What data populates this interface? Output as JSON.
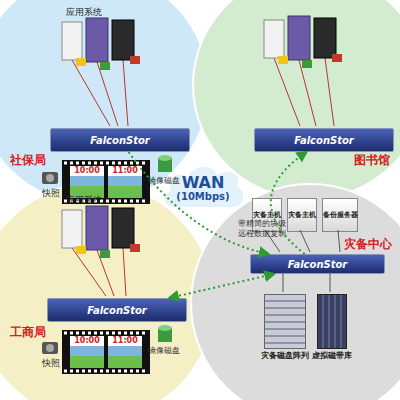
{
  "diagram": {
    "nodes": [
      {
        "text": [
          "社保局"
        ]
      },
      {
        "text": [
          "FalconStor"
        ],
        "in": 0
      },
      {
        "text": [
          "图书馆"
        ]
      },
      {
        "text": [
          "FalconStor"
        ],
        "in": 2
      },
      {
        "text": [
          "工商局"
        ]
      },
      {
        "text": [
          "FalconStor"
        ],
        "in": 4
      },
      {
        "text": [
          "灾备中心"
        ]
      },
      {
        "text": [
          "灾备主机"
        ],
        "in": 6
      },
      {
        "text": [
          "灾备主机"
        ],
        "in": 6
      },
      {
        "text": [
          "备份服务器"
        ],
        "in": 6
      },
      {
        "text": [
          "FalconStor"
        ],
        "in": 6
      },
      {
        "text": [
          "灾备磁盘阵列"
        ],
        "in": 6
      },
      {
        "text": [
          "虚拟磁带库"
        ],
        "in": 6
      },
      {
        "text": [
          "WAN",
          "(10Mbps)"
        ]
      }
    ],
    "edges": [
      {
        "from": 1,
        "to": 10,
        "arrow": "to"
      },
      {
        "from": 10,
        "to": 3,
        "arrow": "to"
      },
      {
        "from": 5,
        "to": 10,
        "arrow": "both"
      }
    ],
    "labels": [
      "应用系统",
      "10:00",
      "11:00",
      "快照",
      "镜像磁盘",
      "应用系统",
      "10:00",
      "11:00",
      "快照",
      "镜像磁盘",
      "带精简的块级 远程数据复制"
    ]
  }
}
